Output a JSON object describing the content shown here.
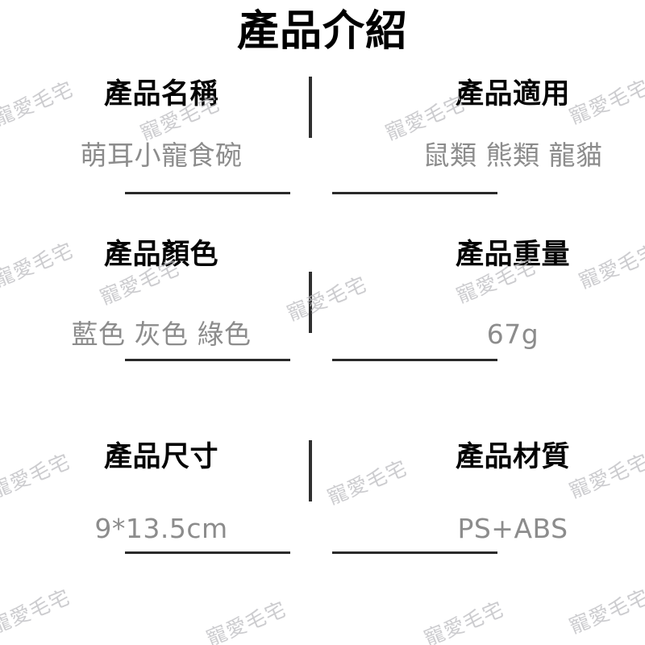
{
  "header": {
    "title": "產品介紹"
  },
  "watermark": {
    "text": "寵愛毛宅",
    "color": "#b9b9bd",
    "angle_deg": -22
  },
  "colors": {
    "background": "#ffffff",
    "header_text": "#040404",
    "value_text": "#8c8c8c",
    "divider": "#2a2a2a"
  },
  "spec_rows": [
    {
      "left": {
        "label": "產品名稱",
        "value": "萌耳小寵食碗"
      },
      "right": {
        "label": "產品適用",
        "value": "鼠類 熊類 龍貓"
      }
    },
    {
      "left": {
        "label": "產品顏色",
        "value": "藍色 灰色 綠色"
      },
      "right": {
        "label": "產品重量",
        "value": "67g"
      }
    },
    {
      "left": {
        "label": "產品尺寸",
        "value": "9*13.5cm"
      },
      "right": {
        "label": "產品材質",
        "value": "PS+ABS"
      }
    }
  ]
}
